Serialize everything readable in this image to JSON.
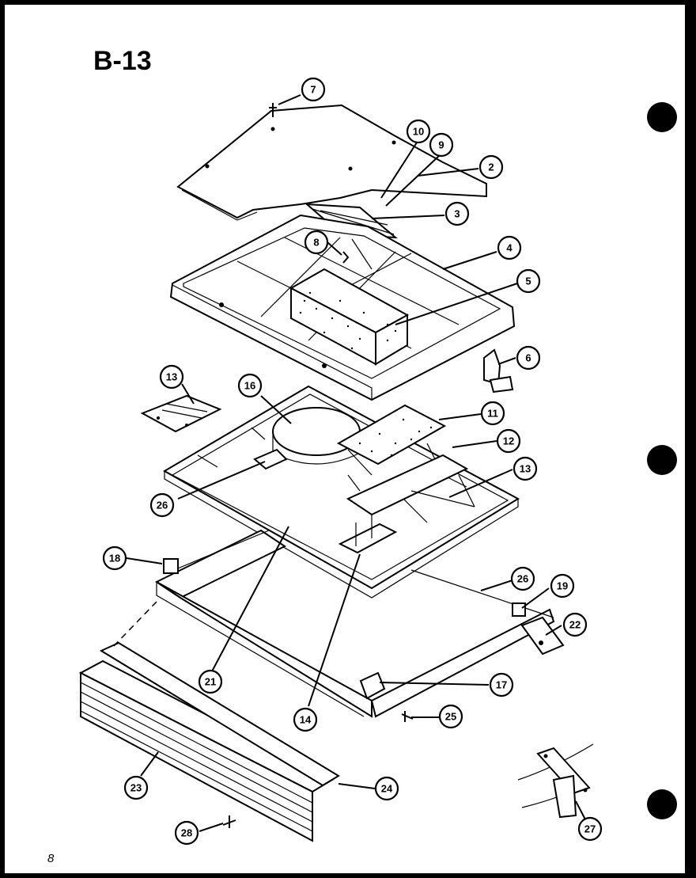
{
  "diagram": {
    "title": "B-13",
    "page_number": "8",
    "callouts": [
      {
        "id": "c7",
        "label": "7"
      },
      {
        "id": "c10",
        "label": "10"
      },
      {
        "id": "c9",
        "label": "9"
      },
      {
        "id": "c2",
        "label": "2"
      },
      {
        "id": "c3",
        "label": "3"
      },
      {
        "id": "c8a",
        "label": "8"
      },
      {
        "id": "c4",
        "label": "4"
      },
      {
        "id": "c5",
        "label": "5"
      },
      {
        "id": "c6",
        "label": "6"
      },
      {
        "id": "c13a",
        "label": "13"
      },
      {
        "id": "c16",
        "label": "16"
      },
      {
        "id": "c11",
        "label": "11"
      },
      {
        "id": "c12",
        "label": "12"
      },
      {
        "id": "c13b",
        "label": "13"
      },
      {
        "id": "c26a",
        "label": "26"
      },
      {
        "id": "c18",
        "label": "18"
      },
      {
        "id": "c26b",
        "label": "26"
      },
      {
        "id": "c19",
        "label": "19"
      },
      {
        "id": "c22",
        "label": "22"
      },
      {
        "id": "c21",
        "label": "21"
      },
      {
        "id": "c17",
        "label": "17"
      },
      {
        "id": "c14",
        "label": "14"
      },
      {
        "id": "c25",
        "label": "25"
      },
      {
        "id": "c23",
        "label": "23"
      },
      {
        "id": "c24",
        "label": "24"
      },
      {
        "id": "c28",
        "label": "28"
      },
      {
        "id": "c27",
        "label": "27"
      }
    ]
  }
}
